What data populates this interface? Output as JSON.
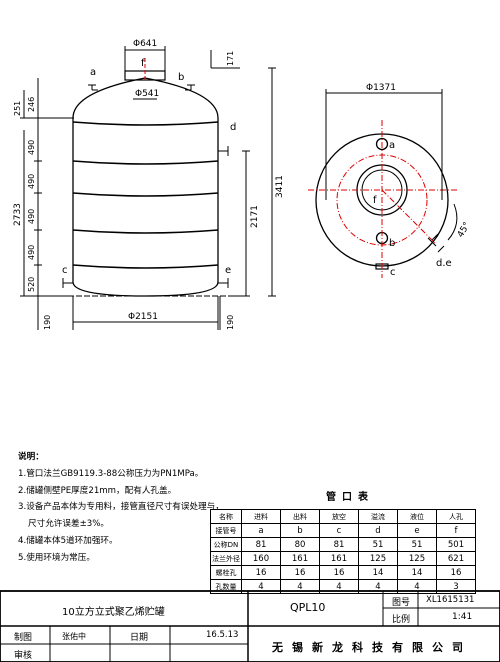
{
  "front_view": {
    "dim_top_dia": "Φ641",
    "dim_inner_dia": "Φ541",
    "dim_base_dia": "Φ2151",
    "dim_total_h": "3411",
    "dim_body_h": "2733",
    "dim_inner_h": "2171",
    "dim_h_171": "171",
    "dim_h_246": "246",
    "dim_h_251": "251",
    "dim_h_190_left": "190",
    "dim_h_190_right": "190",
    "dim_h_520": "520",
    "dim_seg_490": [
      "490",
      "490",
      "490",
      "490"
    ],
    "labels": {
      "a": "a",
      "b": "b",
      "c": "c",
      "d": "d",
      "e": "e",
      "f": "f"
    }
  },
  "top_view": {
    "dim_dia": "Φ1371",
    "angle": "45°",
    "labels": {
      "a": "a",
      "b": "b",
      "c": "c",
      "f": "f",
      "de": "d.e"
    }
  },
  "notes": {
    "title": "说明：",
    "items": [
      "1.管口法兰GB9119.3-88公称压力为PN1MPa。",
      "2.储罐侧壁PE厚度21mm，配有人孔盖。",
      "3.设备产品本体为专用料，接管直径尺寸有误处理与，",
      "尺寸允许误差±3%。",
      "4.储罐本体5道环加强环。",
      "5.使用环境为常压。"
    ]
  },
  "nozzle_table": {
    "title": "管口表",
    "headers": [
      "名称",
      "进料",
      "出料",
      "放空",
      "溢流",
      "液位",
      "人孔"
    ],
    "rows": [
      [
        "接管号",
        "a",
        "b",
        "c",
        "d",
        "e",
        "f"
      ],
      [
        "公称DN",
        "81",
        "80",
        "81",
        "51",
        "51",
        "501"
      ],
      [
        "法兰外径",
        "160",
        "161",
        "161",
        "125",
        "125",
        "621"
      ],
      [
        "螺栓孔",
        "16",
        "16",
        "16",
        "14",
        "14",
        "16"
      ],
      [
        "孔数量",
        "4",
        "4",
        "4",
        "4",
        "4",
        "3"
      ]
    ]
  },
  "title_block": {
    "drawing_name": "10立方立式聚乙烯贮罐",
    "model": "QPL10",
    "drawing_no_label": "图号",
    "drawing_no": "XL1615131",
    "scale_label": "比例",
    "scale": "1:41",
    "drawn_label": "制图",
    "drawn_by": "张佑中",
    "date_label": "日期",
    "date": "16.5.13",
    "review_label": "审核",
    "company": "无锡新龙科技有限公司"
  }
}
